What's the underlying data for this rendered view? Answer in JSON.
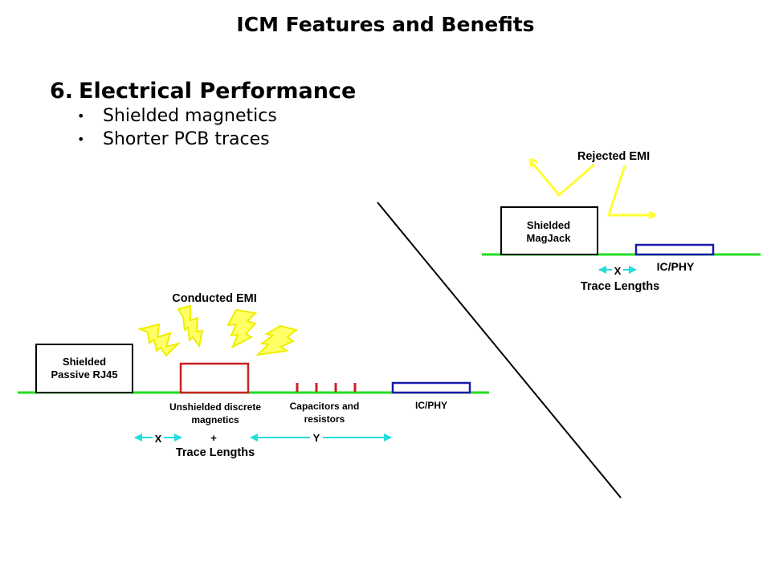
{
  "slide": {
    "title": "ICM Features and Benefits",
    "heading_number": "6.",
    "heading_text": "Electrical Performance",
    "bullets": [
      "Shielded magnetics",
      "Shorter PCB traces"
    ]
  },
  "left_diagram": {
    "rj45_line1": "Shielded",
    "rj45_line2": "Passive RJ45",
    "emi_label": "Conducted EMI",
    "magnetics_line1": "Unshielded discrete",
    "magnetics_line2": "magnetics",
    "caps_line1": "Capacitors and",
    "caps_line2": "resistors",
    "phy_label": "IC/PHY",
    "x_label": "X",
    "plus_label": "+",
    "y_label": "Y",
    "trace_label": "Trace Lengths"
  },
  "right_diagram": {
    "emi_label": "Rejected EMI",
    "magjack_line1": "Shielded",
    "magjack_line2": "MagJack",
    "phy_label": "IC/PHY",
    "x_label": "X",
    "trace_label": "Trace Lengths"
  },
  "colors": {
    "trace": "#22dd22",
    "emi": "#ffff33",
    "phy_box": "#1a1aaa",
    "magnetics_box": "#cc2222",
    "arrow": "#22dddd"
  }
}
